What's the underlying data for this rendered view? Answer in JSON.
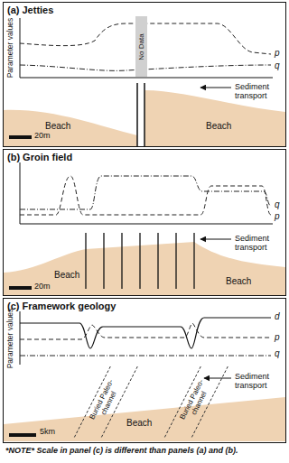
{
  "diagram": {
    "labels": [
      "(a) Jetties",
      "Parameter values",
      "No Data",
      "p",
      "q",
      "Beach",
      "Beach",
      "20m",
      "Sediment transport",
      "(b) Groin field",
      "q",
      "p",
      "Beach",
      "Beach",
      "20m",
      "Sediment transport",
      "(c) Framework geology",
      "Parameter values",
      "d",
      "p",
      "q",
      "Buried Paleo-channel",
      "Buried Paleo-channel",
      "Beach",
      "5km",
      "Sediment transport",
      "*NOTE* Scale in panel (c) is different than panels (a) and (b)."
    ]
  }
}
